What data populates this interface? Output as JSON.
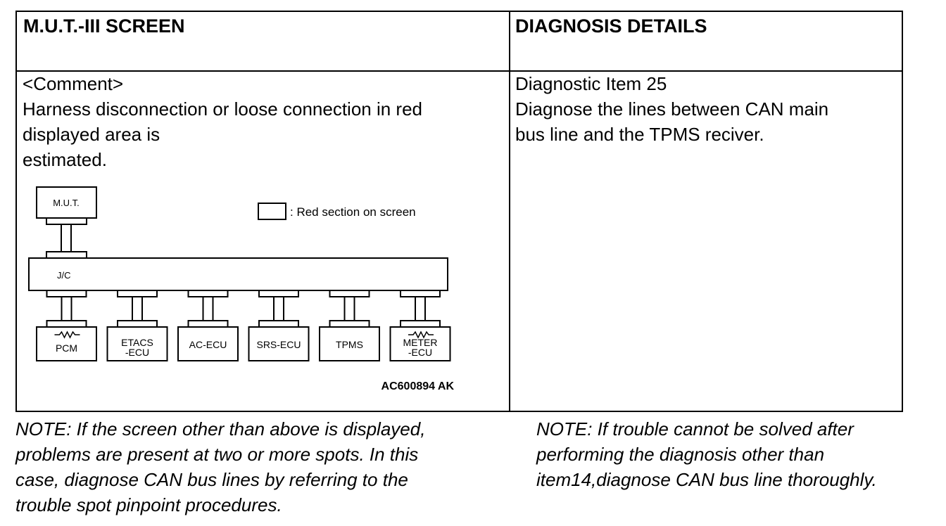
{
  "table": {
    "left_header": "M.U.T.-III SCREEN",
    "right_header": "DIAGNOSIS DETAILS",
    "comment_tag": "<Comment>",
    "comment_text": "Harness disconnection or loose connection in red\ndisplayed area is\nestimated.",
    "diagnostic_item": "Diagnostic Item 25",
    "diagnosis_text": "Diagnose the lines between CAN main\nbus line and the TPMS reciver."
  },
  "diagram": {
    "mut_label": "M.U.T.",
    "legend_text": ": Red section on screen",
    "jc_label": "J/C",
    "ecus": [
      {
        "line1": "PCM",
        "line2": "",
        "resistor": true
      },
      {
        "line1": "ETACS",
        "line2": "-ECU",
        "resistor": false
      },
      {
        "line1": "AC-ECU",
        "line2": "",
        "resistor": false
      },
      {
        "line1": "SRS-ECU",
        "line2": "",
        "resistor": false
      },
      {
        "line1": "TPMS",
        "line2": "",
        "resistor": false
      },
      {
        "line1": "METER",
        "line2": "-ECU",
        "resistor": true
      }
    ],
    "figure_code": "AC600894 AK"
  },
  "notes": {
    "left": "NOTE: If the screen other than above is displayed,\nproblems are present at two or more spots. In this\ncase, diagnose CAN bus lines by referring to the\ntrouble spot pinpoint procedures.",
    "right": "NOTE: If trouble cannot be solved after\nperforming the diagnosis other than\nitem14,diagnose CAN bus line thoroughly."
  }
}
